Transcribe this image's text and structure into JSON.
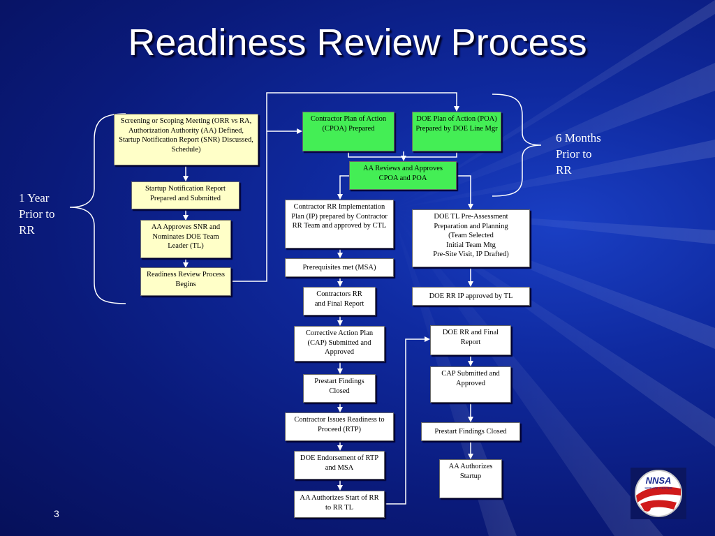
{
  "slide": {
    "title": "Readiness Review Process",
    "page_number": "3",
    "left_label": "1 Year\nPrior to\nRR",
    "right_label": "6 Months\nPrior to\nRR",
    "logo_text": "NNSA",
    "logo_subtext": "SERVICE CENTER"
  },
  "colors": {
    "background": "#0f2aa0",
    "box_white": "#ffffff",
    "box_yellow": "#ffffc8",
    "box_green": "#44ee55",
    "connector": "#ffffff"
  },
  "boxes": {
    "screening": "Screening or Scoping Meeting (ORR vs RA, Authorization Authority (AA) Defined, Startup Notification Report (SNR) Discussed, Schedule)",
    "snr_prepared": "Startup Notification Report Prepared and Submitted",
    "aa_approves_snr": "AA Approves SNR and Nominates DOE Team Leader (TL)",
    "rr_begins": "Readiness Review Process Begins",
    "cpoa": "Contractor Plan of Action (CPOA) Prepared",
    "poa": "DOE Plan of Action (POA) Prepared by DOE Line Mgr",
    "aa_reviews": "AA Reviews and Approves CPOA and POA",
    "contractor_ip": "Contractor RR Implementation Plan (IP) prepared by Contractor RR Team and approved by CTL",
    "doe_tl_pre": "DOE TL Pre-Assessment\nPreparation and Planning\n(Team Selected\nInitial Team Mtg\nPre-Site Visit, IP Drafted)",
    "prereq_met": "Prerequisites met  (MSA)",
    "contractors_rr": "Contractors RR\nand Final Report",
    "doe_rr_ip": "DOE RR IP approved by TL",
    "cap_submitted": "Corrective Action Plan (CAP) Submitted and Approved",
    "doe_rr_final": "DOE RR and Final Report",
    "prestart_closed_left": "Prestart Findings Closed",
    "cap_submitted_right": "CAP Submitted and Approved",
    "contractor_rtp": "Contractor Issues Readiness to Proceed (RTP)",
    "prestart_closed_right": "Prestart Findings Closed",
    "doe_endorsement": "DOE Endorsement of RTP and MSA",
    "aa_authorizes_startup": "AA Authorizes Startup",
    "aa_authorizes_rr": "AA Authorizes Start of RR to RR TL"
  }
}
